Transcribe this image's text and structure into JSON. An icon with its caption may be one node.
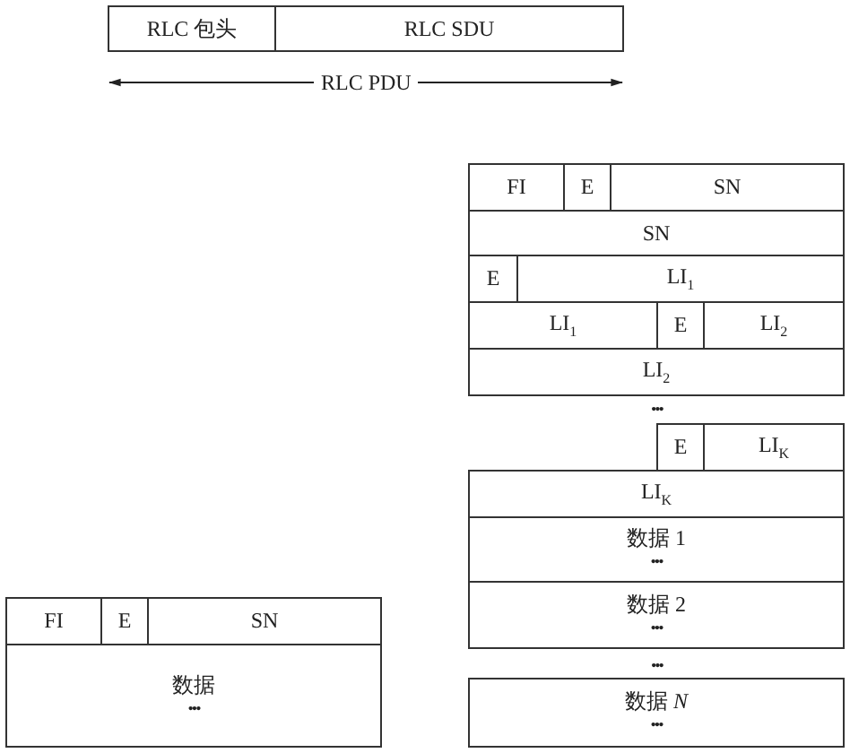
{
  "diagram": {
    "nodes": [
      {
        "text": [
          "RLC 包头"
        ]
      },
      {
        "text": [
          "RLC SDU"
        ]
      },
      {
        "text": [
          "FI"
        ]
      },
      {
        "text": [
          "E"
        ]
      },
      {
        "text": [
          "SN"
        ]
      },
      {
        "text": [
          "SN"
        ]
      },
      {
        "text": [
          "E"
        ]
      },
      {
        "text": [
          "LI$_{1}$"
        ]
      },
      {
        "text": [
          "LI$_{1}$"
        ]
      },
      {
        "text": [
          "E"
        ]
      },
      {
        "text": [
          "LI$_{2}$"
        ]
      },
      {
        "text": [
          "LI$_{2}$"
        ]
      },
      {
        "text": [
          "E"
        ]
      },
      {
        "text": [
          "LI$_{K}$"
        ]
      },
      {
        "text": [
          "LI$_{K}$"
        ]
      },
      {
        "text": [
          "数据 1",
          "•••"
        ]
      },
      {
        "text": [
          "数据 2",
          "•••"
        ]
      },
      {
        "text": [
          "数据 *N*",
          "•••"
        ]
      },
      {
        "text": [
          "FI"
        ]
      },
      {
        "text": [
          "E"
        ]
      },
      {
        "text": [
          "SN"
        ]
      },
      {
        "text": [
          "数据",
          "•••"
        ]
      }
    ],
    "edges": [],
    "labels": [
      "RLC PDU",
      "•••",
      "•••"
    ]
  }
}
